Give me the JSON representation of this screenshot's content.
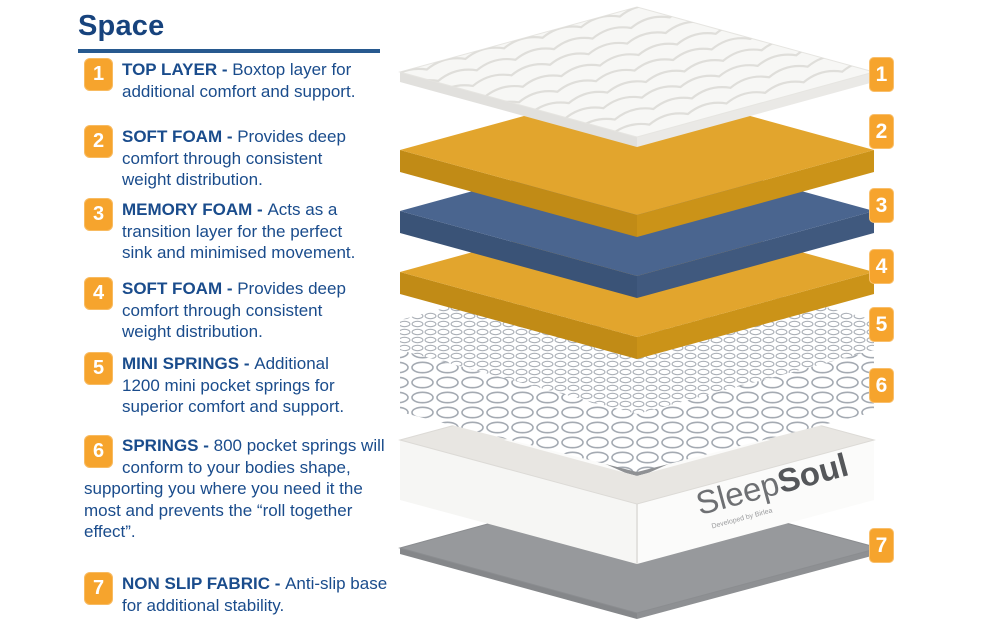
{
  "title": "Space",
  "legend": {
    "items": [
      {
        "num": "1",
        "label": "TOP LAYER - ",
        "desc": "Boxtop layer for additional comfort and support."
      },
      {
        "num": "2",
        "label": "SOFT FOAM - ",
        "desc": "Provides deep comfort through consistent weight distribution."
      },
      {
        "num": "3",
        "label": "MEMORY FOAM - ",
        "desc": "Acts as a transition layer for the perfect sink and minimised movement."
      },
      {
        "num": "4",
        "label": "SOFT FOAM - ",
        "desc": "Provides deep comfort through consistent weight distribution."
      },
      {
        "num": "5",
        "label": "MINI SPRINGS - ",
        "desc": "Additional 1200 mini pocket springs for superior comfort and support."
      },
      {
        "num": "6",
        "label": "SPRINGS - ",
        "desc": "800 pocket springs will conform to your bodies shape, supporting you where you need it the most and prevents the “roll together effect”."
      },
      {
        "num": "7",
        "label": "NON SLIP FABRIC - ",
        "desc": "Anti-slip base for additional stability."
      }
    ]
  },
  "diagram": {
    "badges": [
      "1",
      "2",
      "3",
      "4",
      "5",
      "6",
      "7"
    ],
    "layers": [
      "top-layer-boxtop",
      "soft-foam",
      "memory-foam",
      "soft-foam",
      "mini-springs",
      "pocket-springs",
      "border-box",
      "non-slip-fabric"
    ],
    "logo": {
      "part1": "Sleep",
      "part2": "Soul",
      "tagline": "Developed by Birlea"
    },
    "colors": {
      "accent_orange": "#F6A42D",
      "navy_text": "#1A4C8C",
      "divider_blue": "#27598F",
      "foam_yellow": "#E2A52D",
      "memory_blue": "#4A658F",
      "spring_gray": "#A4AAB2",
      "base_gray": "#97999C",
      "logo_gray": "#6E7073"
    }
  }
}
